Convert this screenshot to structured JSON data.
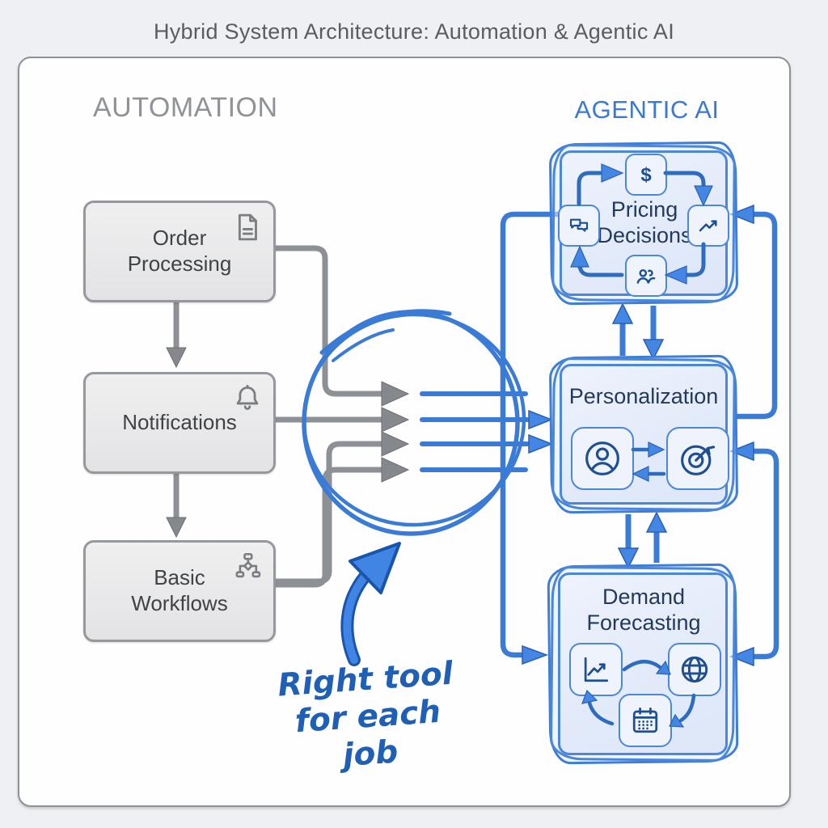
{
  "title": "Hybrid System Architecture: Automation & Agentic AI",
  "columns": {
    "automation": "AUTOMATION",
    "agentic": "AGENTIC AI"
  },
  "automation_nodes": [
    {
      "label": "Order Processing",
      "icon": "document-icon"
    },
    {
      "label": "Notifications",
      "icon": "bell-icon"
    },
    {
      "label": "Basic Workflows",
      "icon": "workflow-icon"
    }
  ],
  "agentic_nodes": [
    {
      "label": "Pricing Decisions",
      "icons": [
        "dollar-icon",
        "trend-up-icon",
        "people-icon",
        "chat-icon"
      ]
    },
    {
      "label": "Personalization",
      "icons": [
        "person-icon",
        "target-icon"
      ]
    },
    {
      "label": "Demand Forecasting",
      "icons": [
        "line-chart-icon",
        "globe-icon",
        "calendar-icon"
      ]
    }
  ],
  "annotation": {
    "line1": "Right tool",
    "line2": "for each job"
  },
  "glyphs": {
    "dollar": "$"
  },
  "connections": [
    {
      "from": "Order Processing",
      "to": "Notifications",
      "style": "gray-arrow-down"
    },
    {
      "from": "Notifications",
      "to": "Basic Workflows",
      "style": "gray-arrow-down"
    },
    {
      "from": "Order Processing",
      "to": "convergence-circle",
      "style": "gray-arrow"
    },
    {
      "from": "Notifications",
      "to": "convergence-circle",
      "style": "gray-arrow"
    },
    {
      "from": "Basic Workflows",
      "to": "convergence-circle",
      "style": "gray-arrow"
    },
    {
      "from": "convergence-circle",
      "to": "Personalization",
      "style": "blue-arrows"
    },
    {
      "from": "Pricing Decisions",
      "to": "Personalization",
      "style": "blue-arrow-pair-bidirectional"
    },
    {
      "from": "Personalization",
      "to": "Demand Forecasting",
      "style": "blue-arrow-pair-bidirectional"
    },
    {
      "from": "Personalization",
      "to": "Pricing Decisions",
      "style": "blue-route-right-side"
    },
    {
      "from": "Pricing Decisions",
      "to": "Demand Forecasting",
      "style": "blue-route-left-side"
    },
    {
      "from": "Demand Forecasting",
      "to": "Personalization",
      "style": "blue-route-right-side-bidirectional"
    }
  ],
  "colors": {
    "page_bg": "#eef0f4",
    "panel_bg": "#fefefe",
    "automation_gray": "#8d9095",
    "agentic_blue": "#3a7bd5",
    "agentic_fill": "#e6edfb",
    "title_text": "#595c61",
    "dark_navy": "#24395c"
  }
}
